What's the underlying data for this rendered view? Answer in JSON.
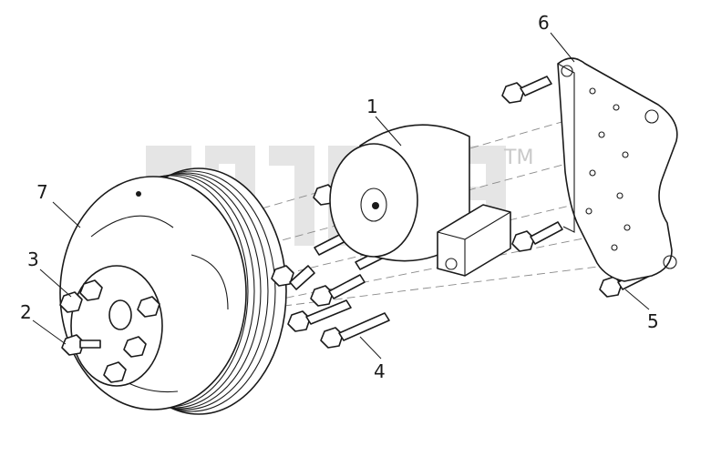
{
  "watermark": {
    "trademark": "TM"
  },
  "callouts": [
    {
      "id": "1",
      "label": "1"
    },
    {
      "id": "2",
      "label": "2"
    },
    {
      "id": "3",
      "label": "3"
    },
    {
      "id": "4",
      "label": "4"
    },
    {
      "id": "5",
      "label": "5"
    },
    {
      "id": "6",
      "label": "6"
    },
    {
      "id": "7",
      "label": "7"
    }
  ],
  "colors": {
    "line": "#1a1a1a",
    "watermark": "#cfcfcf",
    "background": "#ffffff"
  }
}
